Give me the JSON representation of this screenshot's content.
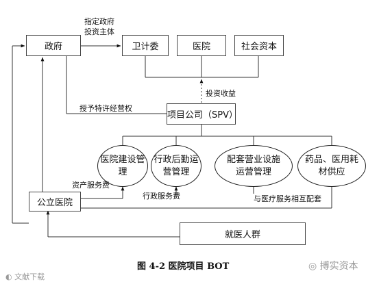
{
  "nodes": {
    "government": "政府",
    "health_commission": "卫计委",
    "hospital": "医院",
    "social_capital": "社会资本",
    "project_company": "项目公司（SPV）",
    "public_hospital": "公立医院",
    "patients": "就医人群"
  },
  "ovals": [
    "医院建设管理",
    "行政后勤运营管理",
    "配套营业设施运营管理",
    "药品、医用耗材供应"
  ],
  "labels": {
    "designate": "指定政府",
    "investor": "投资主体",
    "investment_income": "投资收益",
    "franchise": "授予特许经营权",
    "asset_service_fee": "资产服务费",
    "admin_service_fee": "行政服务费",
    "medical_support": "与医疗服务相互配套"
  },
  "caption": "图 4-2    医院项目 BOT",
  "watermark_left": "文献下载",
  "watermark_right": "搏实资本"
}
